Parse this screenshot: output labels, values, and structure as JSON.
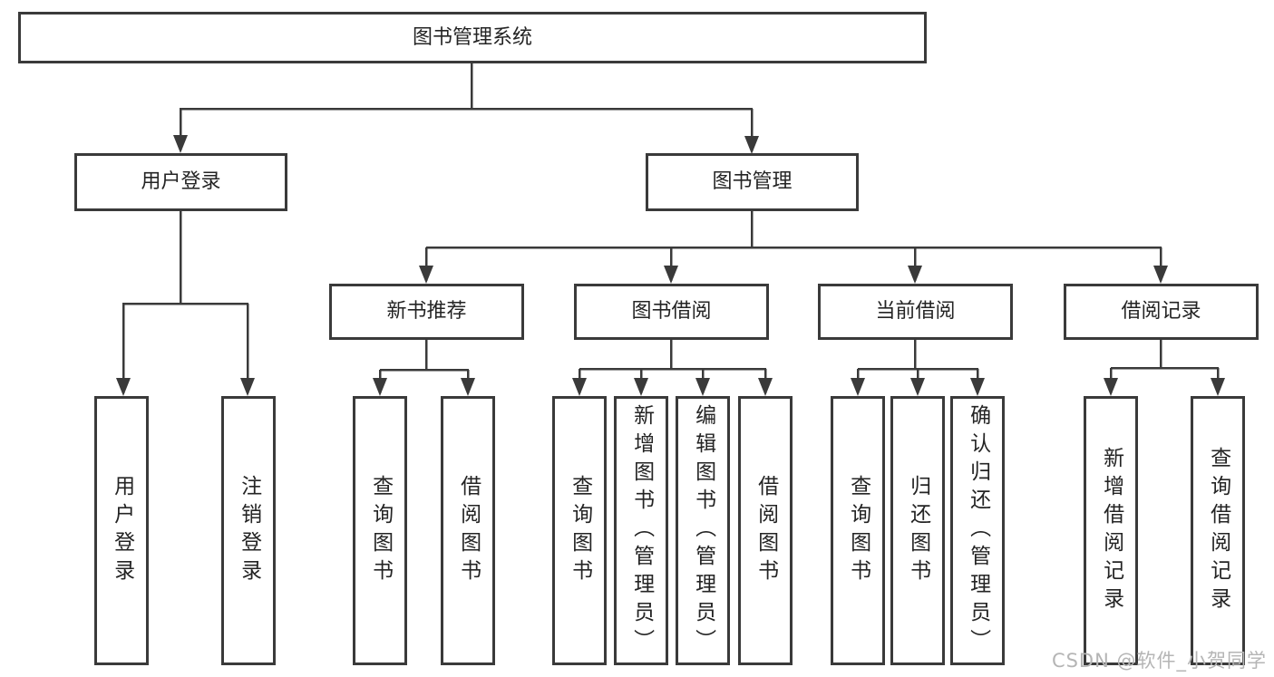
{
  "diagram": {
    "root": {
      "label": "图书管理系统"
    },
    "level2": [
      {
        "label": "用户登录"
      },
      {
        "label": "图书管理"
      }
    ],
    "level3": [
      {
        "label": "新书推荐"
      },
      {
        "label": "图书借阅"
      },
      {
        "label": "当前借阅"
      },
      {
        "label": "借阅记录"
      }
    ],
    "leaves": {
      "user_login": [
        {
          "label": "用户登录"
        },
        {
          "label": "注销登录"
        }
      ],
      "new_book": [
        {
          "label": "查询图书"
        },
        {
          "label": "借阅图书"
        }
      ],
      "book_borrow": [
        {
          "label": "查询图书"
        },
        {
          "label": "新增图书（管理员）"
        },
        {
          "label": "编辑图书（管理员）"
        },
        {
          "label": "借阅图书"
        }
      ],
      "current_borrow": [
        {
          "label": "查询图书"
        },
        {
          "label": "归还图书"
        },
        {
          "label": "确认归还（管理员）"
        }
      ],
      "borrow_record": [
        {
          "label": "新增借阅记录"
        },
        {
          "label": "查询借阅记录"
        }
      ]
    },
    "watermark": {
      "text": "CSDN @软件_小贺同学"
    },
    "colors": {
      "line": "#3a3a3a",
      "box_border": "#3a3a3a",
      "box_fill": "#ffffff",
      "text": "#242424",
      "watermark": "#b5b5b5",
      "background": "#ffffff"
    }
  }
}
